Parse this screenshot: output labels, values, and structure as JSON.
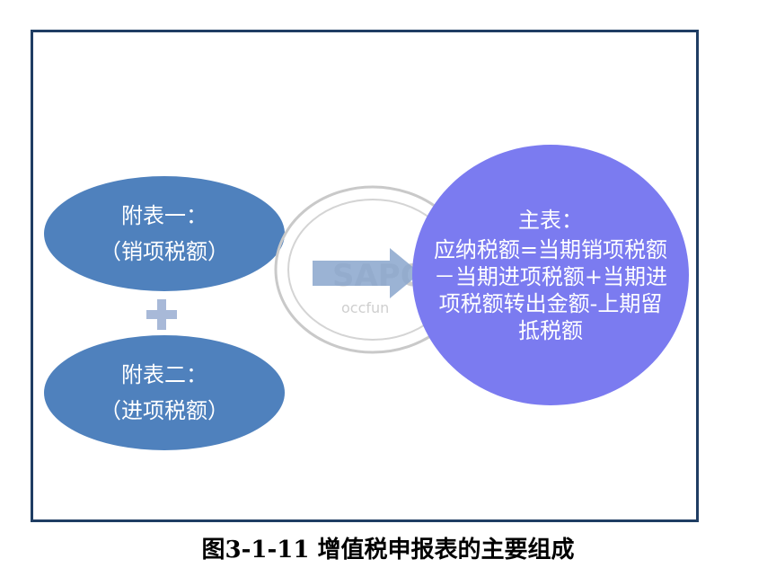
{
  "diagram": {
    "box1": {
      "title": "附表一：",
      "subtitle": "（销项税额）"
    },
    "box2": {
      "title": "附表二：",
      "subtitle": "（进项税额）"
    },
    "main": {
      "title": "主表：",
      "lines": [
        "应纳税额=当期销项税额",
        "－当期进项税额+当期进",
        "项税额转出金额-上期留",
        "抵税额"
      ]
    },
    "watermark": {
      "text": "SAPOINT",
      "subtext": "occfun"
    },
    "colors": {
      "frame": "#1f3d63",
      "ellipse": "#4f81bd",
      "circle": "#7b7bf0",
      "plus": "#a8b9d8",
      "arrow": "#8aa6cc"
    }
  },
  "caption": "图3-1-11 增值税申报表的主要组成"
}
